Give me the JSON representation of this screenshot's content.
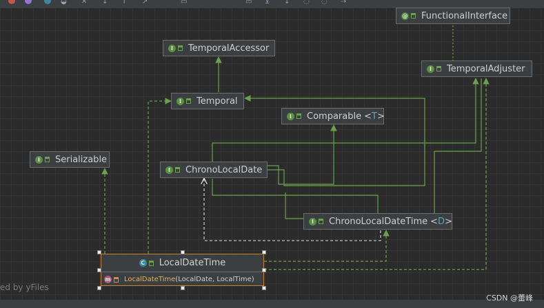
{
  "diagram": {
    "nodes": {
      "functional_interface": {
        "name": "FunctionalInterface",
        "kind": "annotation",
        "icon": "annotation-icon"
      },
      "temporal_accessor": {
        "name": "TemporalAccessor",
        "kind": "interface",
        "icon": "interface-icon"
      },
      "temporal_adjuster": {
        "name": "TemporalAdjuster",
        "kind": "interface",
        "icon": "interface-icon"
      },
      "temporal": {
        "name": "Temporal",
        "kind": "interface",
        "icon": "interface-icon"
      },
      "comparable": {
        "name": "Comparable",
        "type_param": "T",
        "kind": "interface",
        "icon": "interface-icon"
      },
      "serializable": {
        "name": "Serializable",
        "kind": "interface",
        "icon": "interface-icon"
      },
      "chrono_local_date": {
        "name": "ChronoLocalDate",
        "kind": "interface",
        "icon": "interface-icon"
      },
      "chrono_local_date_time": {
        "name": "ChronoLocalDateTime",
        "type_param": "D",
        "kind": "interface",
        "icon": "interface-icon"
      },
      "local_date_time": {
        "name": "LocalDateTime",
        "kind": "class",
        "icon": "class-icon",
        "member": {
          "name": "LocalDateTime",
          "params": "(LocalDate, LocalTime)",
          "icon": "method-icon"
        }
      }
    },
    "open_bracket": "<",
    "close_bracket": ">"
  },
  "watermark_left": "ed by yFiles",
  "watermark_right": "CSDN @蕾峰",
  "colors": {
    "background": "#2b2b2b",
    "node_fill": "#3c3f41",
    "node_border": "#6e6e6e",
    "edge_extends": "#6aa04e",
    "edge_dependency": "#e0e0e0",
    "selection": "#c88432",
    "annotation_link": "#9a9a2a"
  }
}
